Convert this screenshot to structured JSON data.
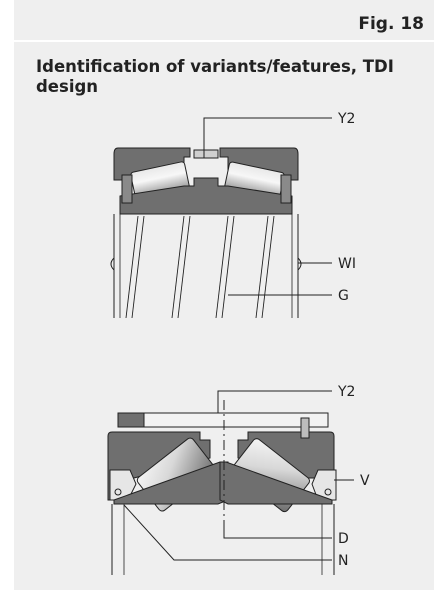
{
  "figure": {
    "label": "Fig. 18",
    "heading": "Identification of variants/features, TDI design"
  },
  "upper_view": {
    "callouts": [
      "Y2",
      "WI",
      "G"
    ]
  },
  "lower_view": {
    "callouts": [
      "Y2",
      "V",
      "D",
      "N"
    ]
  },
  "colors": {
    "panel": "#efefef",
    "ring": "#6f6f6f",
    "roller_light": "#f2f2f2",
    "roller_dark": "#7a7a7a",
    "line": "#222222"
  }
}
